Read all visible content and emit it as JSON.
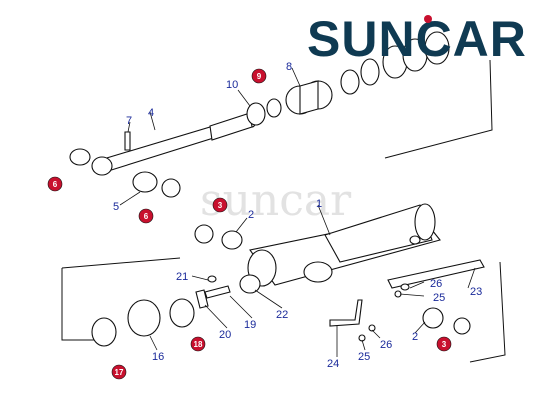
{
  "brand": {
    "logo_text": "SUNCAR",
    "watermark": "suncar",
    "logo_color": "#0f3a52",
    "accent_color": "#c8102e"
  },
  "labels": {
    "l1": "1",
    "l2a": "2",
    "l2b": "2",
    "l4": "4",
    "l5": "5",
    "l7": "7",
    "l8": "8",
    "l10": "10",
    "l16": "16",
    "l19": "19",
    "l20": "20",
    "l21": "21",
    "l22": "22",
    "l23": "23",
    "l24": "24",
    "l25a": "25",
    "l25b": "25",
    "l26a": "26",
    "l26b": "26"
  },
  "seal_markers": {
    "s3a": "3",
    "s3b": "3",
    "s6a": "6",
    "s6b": "6",
    "s9": "9",
    "s17": "17",
    "s18": "18"
  },
  "colors": {
    "label": "#1a2a9a",
    "seal": "#c8102e"
  }
}
